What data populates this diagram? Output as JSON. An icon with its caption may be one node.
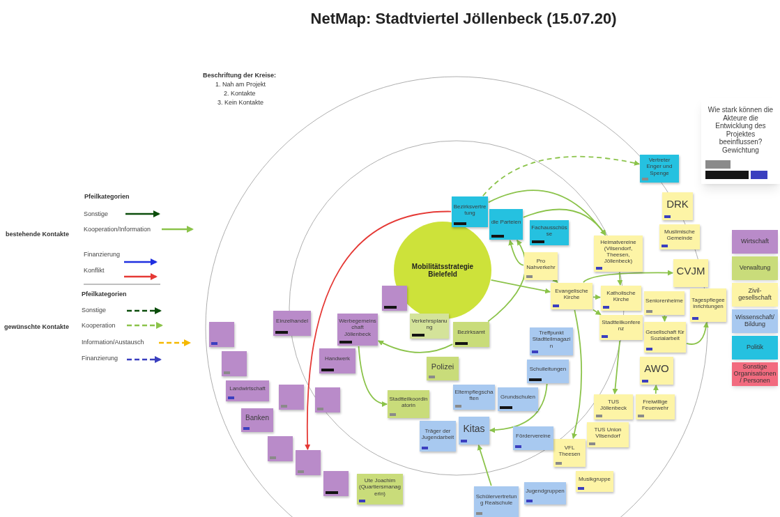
{
  "diagram": {
    "title": "NetMap: Stadtviertel Jöllenbeck (15.07.20)",
    "nodes": [
      {
        "text": [
          "Mobilitätsstrategie Bielefeld"
        ]
      },
      {
        "text": [],
        "shape": "box"
      },
      {
        "text": [
          "Verkehrsplanung"
        ]
      },
      {
        "text": [
          "Bezirksamt"
        ]
      },
      {
        "text": [
          "Bezirksvertretung"
        ]
      },
      {
        "text": [
          "die Parteien"
        ]
      },
      {
        "text": [
          "Fachausschüsse"
        ]
      },
      {
        "text": [
          "Pro Nahverkehr"
        ]
      },
      {
        "text": [
          "Heimatvereine (Vilsendorf, Theesen, Jöllenbeck)"
        ]
      },
      {
        "text": [
          "Evangelische Kirche"
        ]
      },
      {
        "text": [
          "Katholische Kirche"
        ]
      },
      {
        "text": [
          "Stadtteilkonferenz"
        ]
      },
      {
        "text": [
          "Vertreter Enger und Spenge"
        ]
      },
      {
        "text": [
          "DRK"
        ]
      },
      {
        "text": [
          "Muslimische Gemeinde"
        ]
      },
      {
        "text": [
          "CVJM"
        ]
      },
      {
        "text": [
          "Seniorenheime"
        ]
      },
      {
        "text": [
          "Tagespflegeeinrichtungen"
        ]
      },
      {
        "text": [
          "Gesellschaft für Sozialarbeit"
        ]
      },
      {
        "text": [
          "AWO"
        ]
      },
      {
        "text": [
          "Freiwillige Feuerwehr"
        ]
      },
      {
        "text": [
          "TUS Jöllenbeck"
        ]
      },
      {
        "text": [
          "TUS Union Vilsendorf"
        ]
      },
      {
        "text": [
          "VFL Theesen"
        ]
      },
      {
        "text": [
          "Musikgruppe"
        ]
      },
      {
        "text": [
          "Treffpunkt Stadtteilmagazin"
        ]
      },
      {
        "text": [
          "Schulleitungen"
        ]
      },
      {
        "text": [
          "Grundschulen"
        ]
      },
      {
        "text": [
          "Fördervereine"
        ]
      },
      {
        "text": [
          "Jugendgruppen"
        ]
      },
      {
        "text": [
          "Schülervertretung Realschule"
        ]
      },
      {
        "text": [
          "Kitas"
        ]
      },
      {
        "text": [
          "Elternpflegschaften"
        ]
      },
      {
        "text": [
          "Träger der Jugendarbeit"
        ]
      },
      {
        "text": [
          "Stadtteilkoordinatorin"
        ]
      },
      {
        "text": [
          "Polizei"
        ]
      },
      {
        "text": [
          "Ute Joachim (Quartiersmanagerin)"
        ]
      },
      {
        "text": [],
        "shape": "box"
      },
      {
        "text": [],
        "shape": "box"
      },
      {
        "text": [],
        "shape": "box"
      },
      {
        "text": [
          "Banken"
        ]
      },
      {
        "text": [],
        "shape": "box"
      },
      {
        "text": [],
        "shape": "box"
      },
      {
        "text": [
          "Handwerk"
        ]
      },
      {
        "text": [
          "Einzelhandel"
        ]
      },
      {
        "text": [
          "Werbegemeinschaft Jöllenbeck"
        ]
      },
      {
        "text": [],
        "shape": "box"
      },
      {
        "text": [],
        "shape": "box"
      },
      {
        "text": [
          "Landwirtschaft"
        ]
      },
      {
        "text": [
          "Wie stark können die Akteure die Entwicklung des Projektes beeinflussen? Gewichtung"
        ]
      }
    ],
    "edges": [
      {
        "from": 4,
        "to": 38,
        "arrow": "to",
        "color": "#e53935"
      },
      {
        "from": 4,
        "to": 12,
        "arrow": "to",
        "style": "dashed"
      },
      {
        "from": 3,
        "to": 5,
        "arrow": "to"
      },
      {
        "from": 3,
        "to": 45,
        "arrow": "to"
      },
      {
        "from": 4,
        "to": 8,
        "arrow": "to"
      },
      {
        "from": 5,
        "to": 8,
        "arrow": "to"
      },
      {
        "from": 7,
        "to": 9,
        "arrow": "to"
      },
      {
        "from": 8,
        "to": 10,
        "arrow": "to"
      },
      {
        "from": 9,
        "to": 15,
        "arrow": "to"
      },
      {
        "from": 9,
        "to": 10,
        "arrow": "to"
      },
      {
        "from": 9,
        "to": 11,
        "arrow": "to"
      },
      {
        "from": 9,
        "to": 23,
        "arrow": "to"
      },
      {
        "from": 11,
        "to": 21,
        "arrow": "to"
      },
      {
        "from": 16,
        "to": 18,
        "arrow": "to"
      },
      {
        "from": 18,
        "to": 17,
        "arrow": "to"
      },
      {
        "from": 20,
        "to": 19,
        "arrow": "to"
      },
      {
        "from": 30,
        "to": 31,
        "arrow": "to"
      },
      {
        "from": 7,
        "to": 5,
        "arrow": "to"
      },
      {
        "from": 26,
        "to": 31,
        "arrow": "to"
      },
      {
        "from": 45,
        "to": 34,
        "arrow": "to"
      },
      {
        "from": 0,
        "to": 9,
        "arrow": "to"
      }
    ],
    "labels": [
      "Beschriftung der Kreise:",
      "1. Nah am Projekt",
      "2. Kontakte",
      "3. Kein Kontakte",
      "Pfeilkategorien",
      "bestehende Kontakte",
      "Pfeilkategorien",
      "gewünschte Kontakte"
    ],
    "legend": [
      {
        "text": "Sonstige"
      },
      {
        "text": "Kooperation/Information"
      },
      {
        "text": "Finanzierung"
      },
      {
        "text": "Konflikt"
      },
      {
        "text": "Sonstige"
      },
      {
        "text": "Kooperation"
      },
      {
        "text": "Information/Austausch"
      },
      {
        "text": "Finanzierung"
      },
      {
        "text": "Wirtschaft",
        "color": "#b98bc9"
      },
      {
        "text": "Verwaltung",
        "color": "#c9dc7a"
      },
      {
        "text": "Zivil-gesellschaft",
        "color": "#fdf4a6"
      },
      {
        "text": "Wissenschaft/Bildung",
        "color": "#a8c9f0"
      },
      {
        "text": "Politik",
        "color": "#25c1e0"
      },
      {
        "text": "Sonstige Organisationen/ Personen",
        "color": "#f26b7f"
      }
    ]
  }
}
